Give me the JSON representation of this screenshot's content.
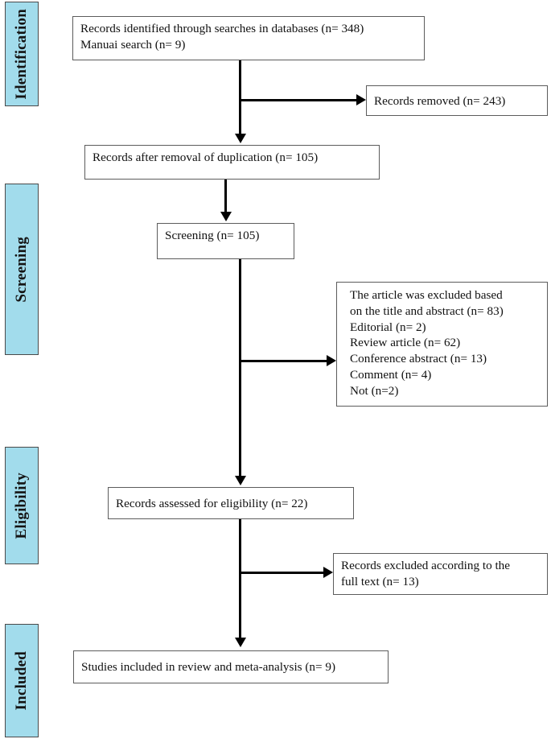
{
  "diagram": {
    "type": "prisma-flow-diagram",
    "title": "PRISMA study selection flow diagram",
    "accent_color": "#a2dcec",
    "box_border_color": "#5c5c5c",
    "connector_color": "#000000"
  },
  "stages": [
    {
      "id": "identification",
      "label": "Identification"
    },
    {
      "id": "screening",
      "label": "Screening"
    },
    {
      "id": "eligibility",
      "label": "Eligibility"
    },
    {
      "id": "included",
      "label": "Included"
    }
  ],
  "boxes": {
    "identified": {
      "text": "Records identified through searches in databases (n= 348)\nManuai search (n= 9)",
      "lines": [
        "Records identified through searches in databases (n= 348)",
        "Manuai search (n= 9)"
      ]
    },
    "removed": {
      "text": "Records removed (n= 243)"
    },
    "after_duplication": {
      "text": "Records after removal of duplication (n= 105)"
    },
    "screening": {
      "text": "Screening (n= 105)"
    },
    "excluded_title_abstract": {
      "text": "The article was excluded based\non the title and abstract (n= 83)\nEditorial (n= 2)\nReview article (n= 62)\nConference abstract (n= 13)\nComment (n= 4)\nNot (n=2)",
      "lines": [
        "The article was excluded based",
        "on the title and abstract (n= 83)",
        "Editorial (n= 2)",
        "Review article (n= 62)",
        "Conference abstract (n= 13)",
        "Comment (n= 4)",
        "Not (n=2)"
      ]
    },
    "assessed_eligibility": {
      "text": "Records assessed for eligibility (n= 22)"
    },
    "excluded_full_text": {
      "text": "Records excluded according to the\n full text (n= 13)",
      "lines": [
        "Records excluded according to the",
        " full text (n= 13)"
      ]
    },
    "included_studies": {
      "text": "Studies included in review and meta-analysis (n= 9)"
    }
  },
  "counts": {
    "databases": 348,
    "manual_search": 9,
    "removed_duplicates": 243,
    "after_duplication": 105,
    "screened": 105,
    "excluded_title_abstract": 83,
    "editorial": 2,
    "review_article": 62,
    "conference_abstract": 13,
    "comment": 4,
    "not_specified": 2,
    "assessed_eligibility": 22,
    "excluded_full_text": 13,
    "included": 9
  }
}
